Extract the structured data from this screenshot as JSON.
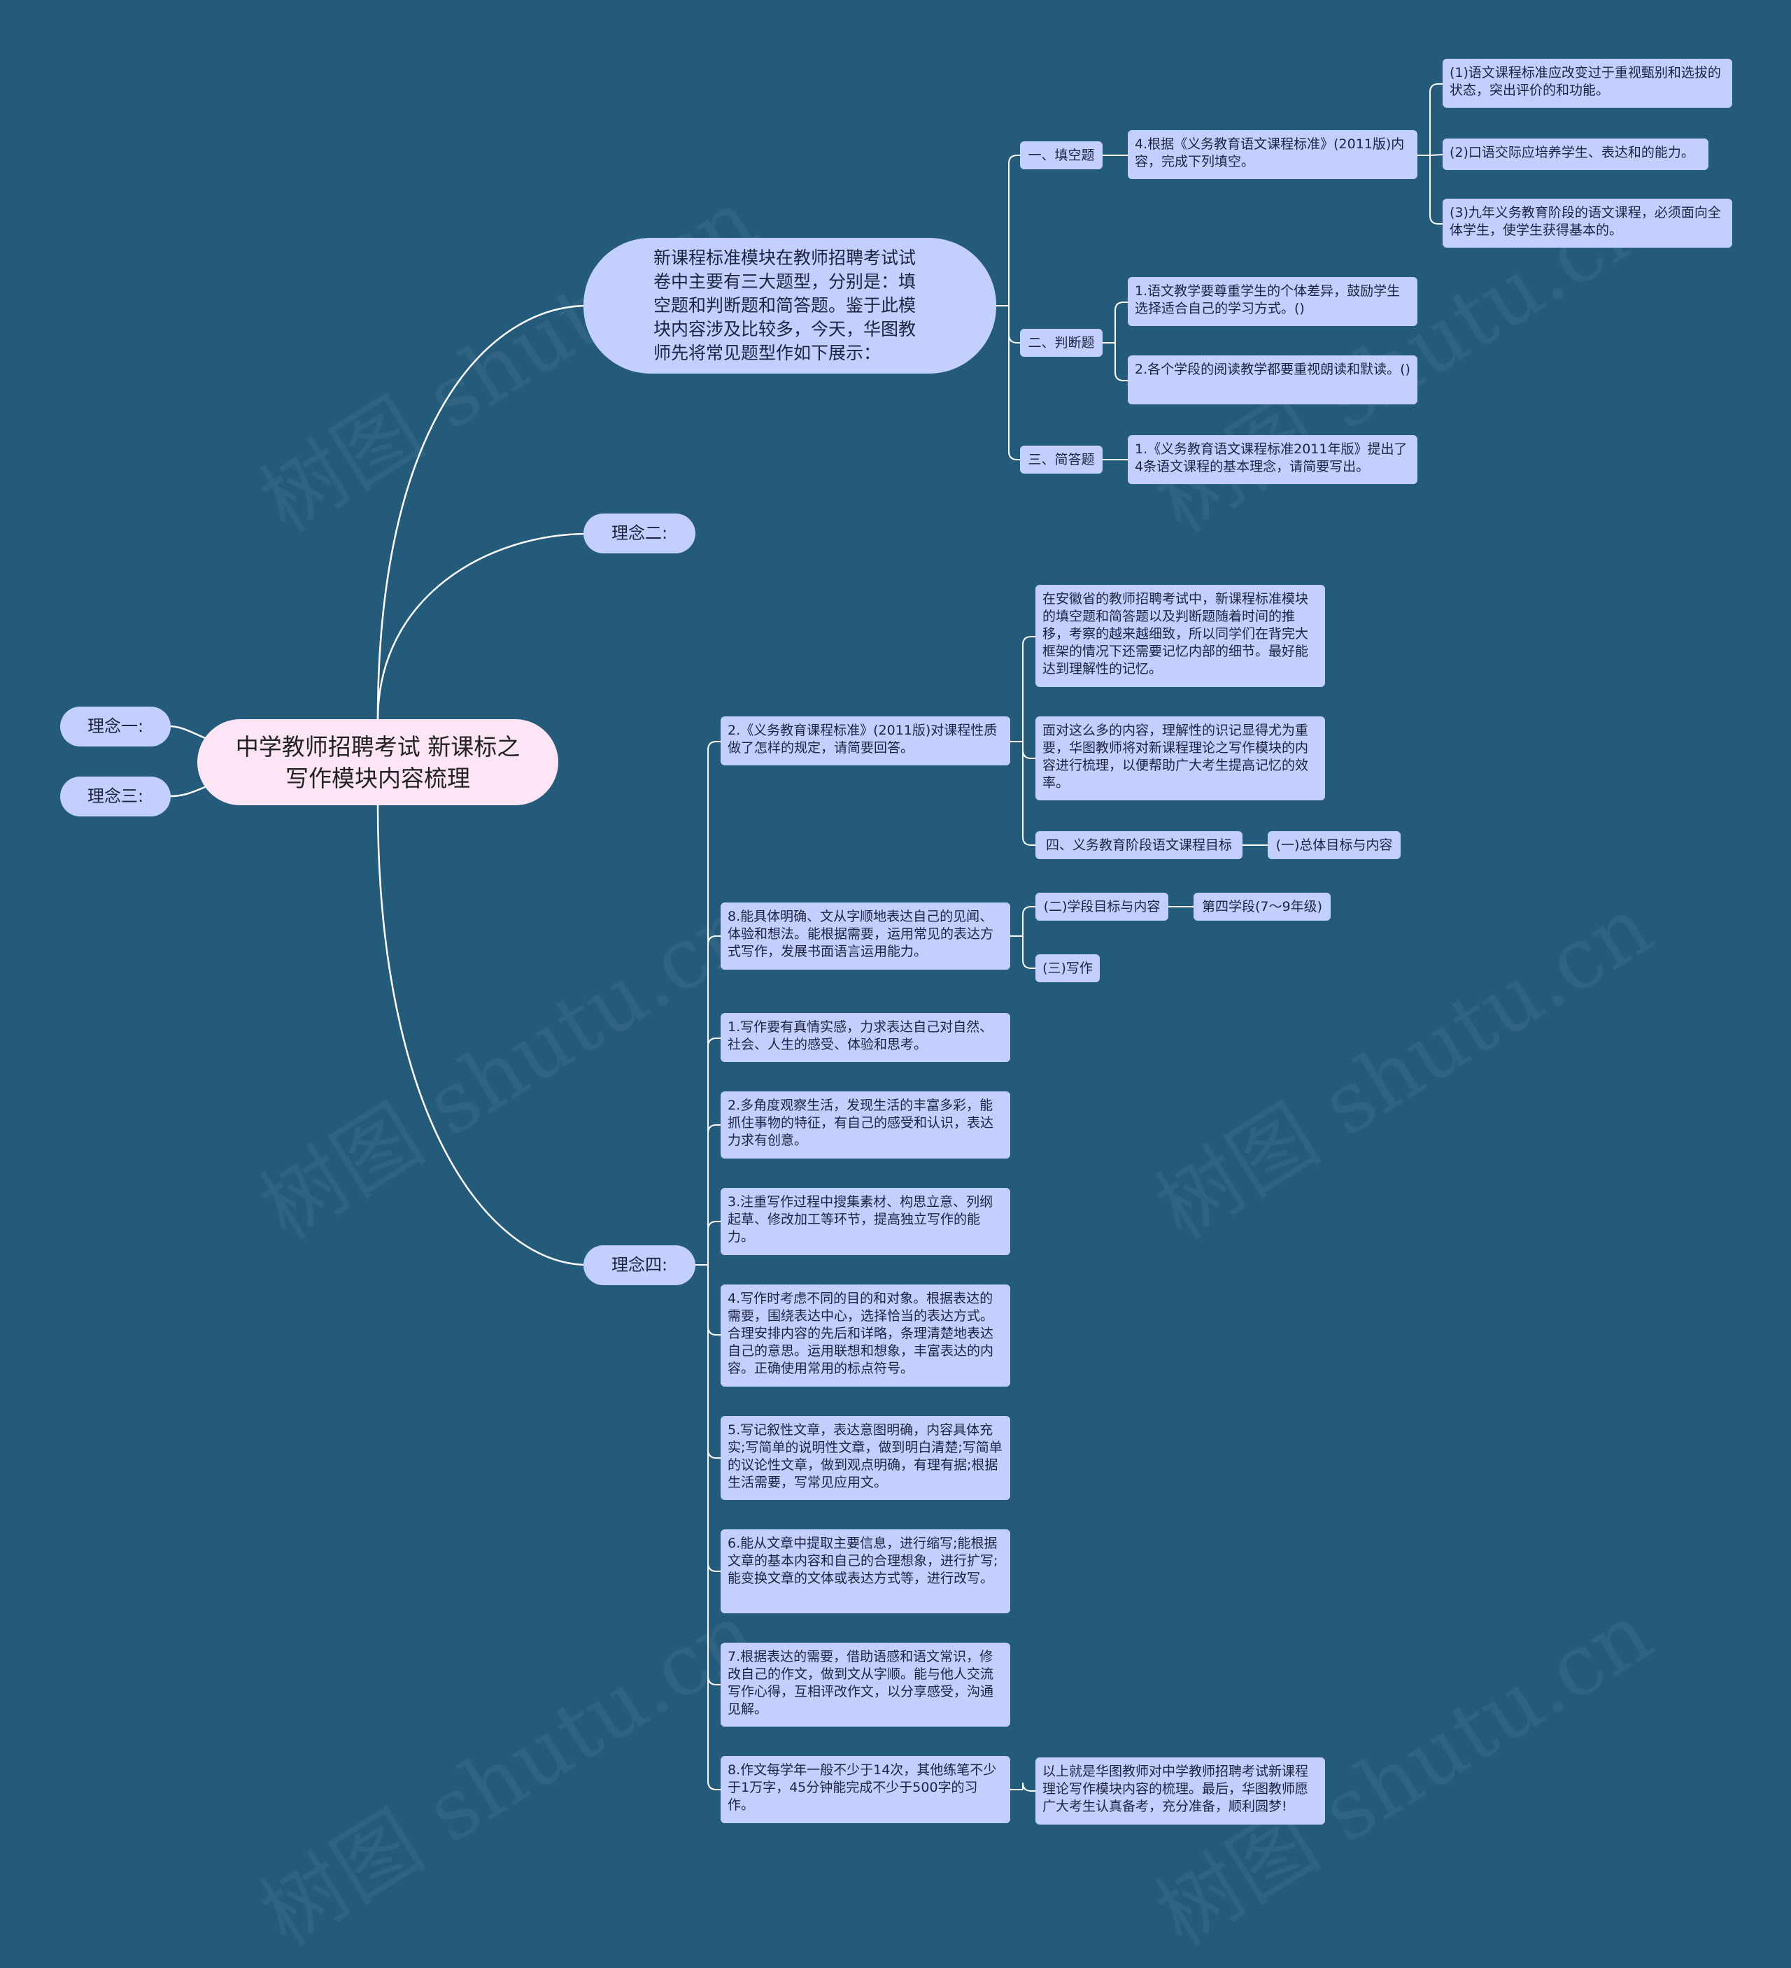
{
  "watermark": "树图 shutu.cn",
  "root": "中学教师招聘考试 新课标之写作模块内容梳理",
  "left_branches": [
    "理念一:",
    "理念三:"
  ],
  "intro": "新课程标准模块在教师招聘考试试卷中主要有三大题型，分别是：填空题和判断题和简答题。鉴于此模块内容涉及比较多，今天，华图教师先将常见题型作如下展示：",
  "concept2": "理念二:",
  "concept4": "理念四:",
  "question_types": {
    "fill": "一、填空题",
    "judge": "二、判断题",
    "short": "三、简答题"
  },
  "fill_item": "4.根据《义务教育语文课程标准》(2011版)内容，完成下列填空。",
  "fill_subitems": [
    "(1)语文课程标准应改变过于重视甄别和选拔的状态，突出评价的和功能。",
    "(2)口语交际应培养学生、表达和的能力。",
    "(3)九年义务教育阶段的语文课程，必须面向全体学生，使学生获得基本的。"
  ],
  "judge_items": [
    "1.语文教学要尊重学生的个体差异，鼓励学生选择适合自己的学习方式。()",
    "2.各个学段的阅读教学都要重视朗读和默读。()"
  ],
  "short_item": "1.《义务教育语文课程标准2011年版》提出了4条语文课程的基本理念，请简要写出。",
  "c4_items": [
    "2.《义务教育课程标准》(2011版)对课程性质做了怎样的规定，请简要回答。",
    "8.能具体明确、文从字顺地表达自己的见闻、体验和想法。能根据需要，运用常见的表达方式写作，发展书面语言运用能力。",
    "1.写作要有真情实感，力求表达自己对自然、社会、人生的感受、体验和思考。",
    "2.多角度观察生活，发现生活的丰富多彩，能抓住事物的特征，有自己的感受和认识，表达力求有创意。",
    "3.注重写作过程中搜集素材、构思立意、列纲起草、修改加工等环节，提高独立写作的能力。",
    "4.写作时考虑不同的目的和对象。根据表达的需要，围绕表达中心，选择恰当的表达方式。合理安排内容的先后和详略，条理清楚地表达自己的意思。运用联想和想象，丰富表达的内容。正确使用常用的标点符号。",
    "5.写记叙性文章，表达意图明确，内容具体充实;写简单的说明性文章，做到明白清楚;写简单的议论性文章，做到观点明确，有理有据;根据生活需要，写常见应用文。",
    "6.能从文章中提取主要信息，进行缩写;能根据文章的基本内容和自己的合理想象，进行扩写;能变换文章的文体或表达方式等，进行改写。",
    "7.根据表达的需要，借助语感和语文常识，修改自己的作文，做到文从字顺。能与他人交流写作心得，互相评改作文，以分享感受，沟通见解。",
    "8.作文每学年一般不少于14次，其他练笔不少于1万字，45分钟能完成不少于500字的习作。"
  ],
  "c4_children": {
    "anhui": "在安徽省的教师招聘考试中，新课程标准模块的填空题和简答题以及判断题随着时间的推移，考察的越来越细致，所以同学们在背完大框架的情况下还需要记忆内部的细节。最好能达到理解性的记忆。",
    "face": "面对这么多的内容，理解性的识记显得尤为重要，华图教师将对新课程理论之写作模块的内容进行梳理，以便帮助广大考生提高记忆的效率。",
    "goal": "四、义务教育阶段语文课程目标",
    "overall": "(一)总体目标与内容",
    "stage": "(二)学段目标与内容",
    "stage4": "第四学段(7～9年级)",
    "writing": "(三)写作",
    "closing": "以上就是华图教师对中学教师招聘考试新课程理论写作模块内容的梳理。最后，华图教师愿广大考生认真备考，充分准备，顺利圆梦!"
  },
  "colors": {
    "background": "#245a7a",
    "node": "#c3d0ff",
    "root": "#fde5f6",
    "line": "#ffffff"
  }
}
